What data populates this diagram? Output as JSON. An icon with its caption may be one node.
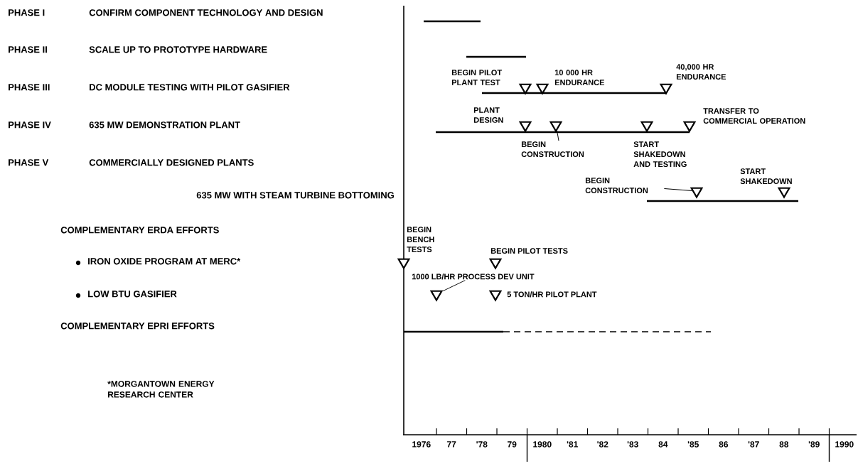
{
  "diagram": {
    "nodes": [
      {
        "text": [
          "BEGIN CONSTRUCTION"
        ]
      },
      {
        "text": [],
        "shape": "triangle"
      },
      {
        "text": [
          "BEGIN CONSTRUCTION"
        ]
      },
      {
        "text": [],
        "shape": "triangle"
      },
      {
        "text": [
          "1000 LB/HR PROCESS DEV UNIT"
        ]
      },
      {
        "text": [],
        "shape": "triangle"
      }
    ],
    "edges": [
      {
        "from": 0,
        "to": 1,
        "arrow": "none"
      },
      {
        "from": 2,
        "to": 3,
        "arrow": "none"
      },
      {
        "from": 4,
        "to": 5,
        "arrow": "none"
      }
    ],
    "labels": [
      "PHASE I",
      "CONFIRM COMPONENT TECHNOLOGY AND DESIGN",
      "PHASE II",
      "SCALE UP TO PROTOTYPE HARDWARE",
      "BEGIN PILOT PLANT TEST",
      "10 000 HR ENDURANCE",
      "40,000 HR ENDURANCE",
      "PHASE III",
      "DC MODULE TESTING WITH PILOT GASIFIER",
      "PLANT DESIGN",
      "TRANSFER TO COMMERCIAL OPERATION",
      "PHASE IV",
      "635 MW DEMONSTRATION PLANT",
      "START SHAKEDOWN AND TESTING",
      "PHASE V",
      "COMMERCIALLY DESIGNED PLANTS",
      "START SHAKEDOWN",
      "635 MW WITH STEAM TURBINE BOTTOMING",
      "COMPLEMENTARY ERDA EFFORTS",
      "BEGIN BENCH TESTS",
      "BEGIN PILOT TESTS",
      "IRON OXIDE PROGRAM AT MERC*",
      "LOW BTU GASIFIER",
      "5 TON/HR PILOT PLANT",
      "COMPLEMENTARY EPRI EFFORTS",
      "*MORGANTOWN ENERGY RESEARCH CENTER",
      "1976",
      "77",
      "'78",
      "79",
      "1980",
      "'81",
      "'82",
      "'83",
      "84",
      "'85",
      "86",
      "'87",
      "88",
      "'89",
      "1990"
    ]
  }
}
